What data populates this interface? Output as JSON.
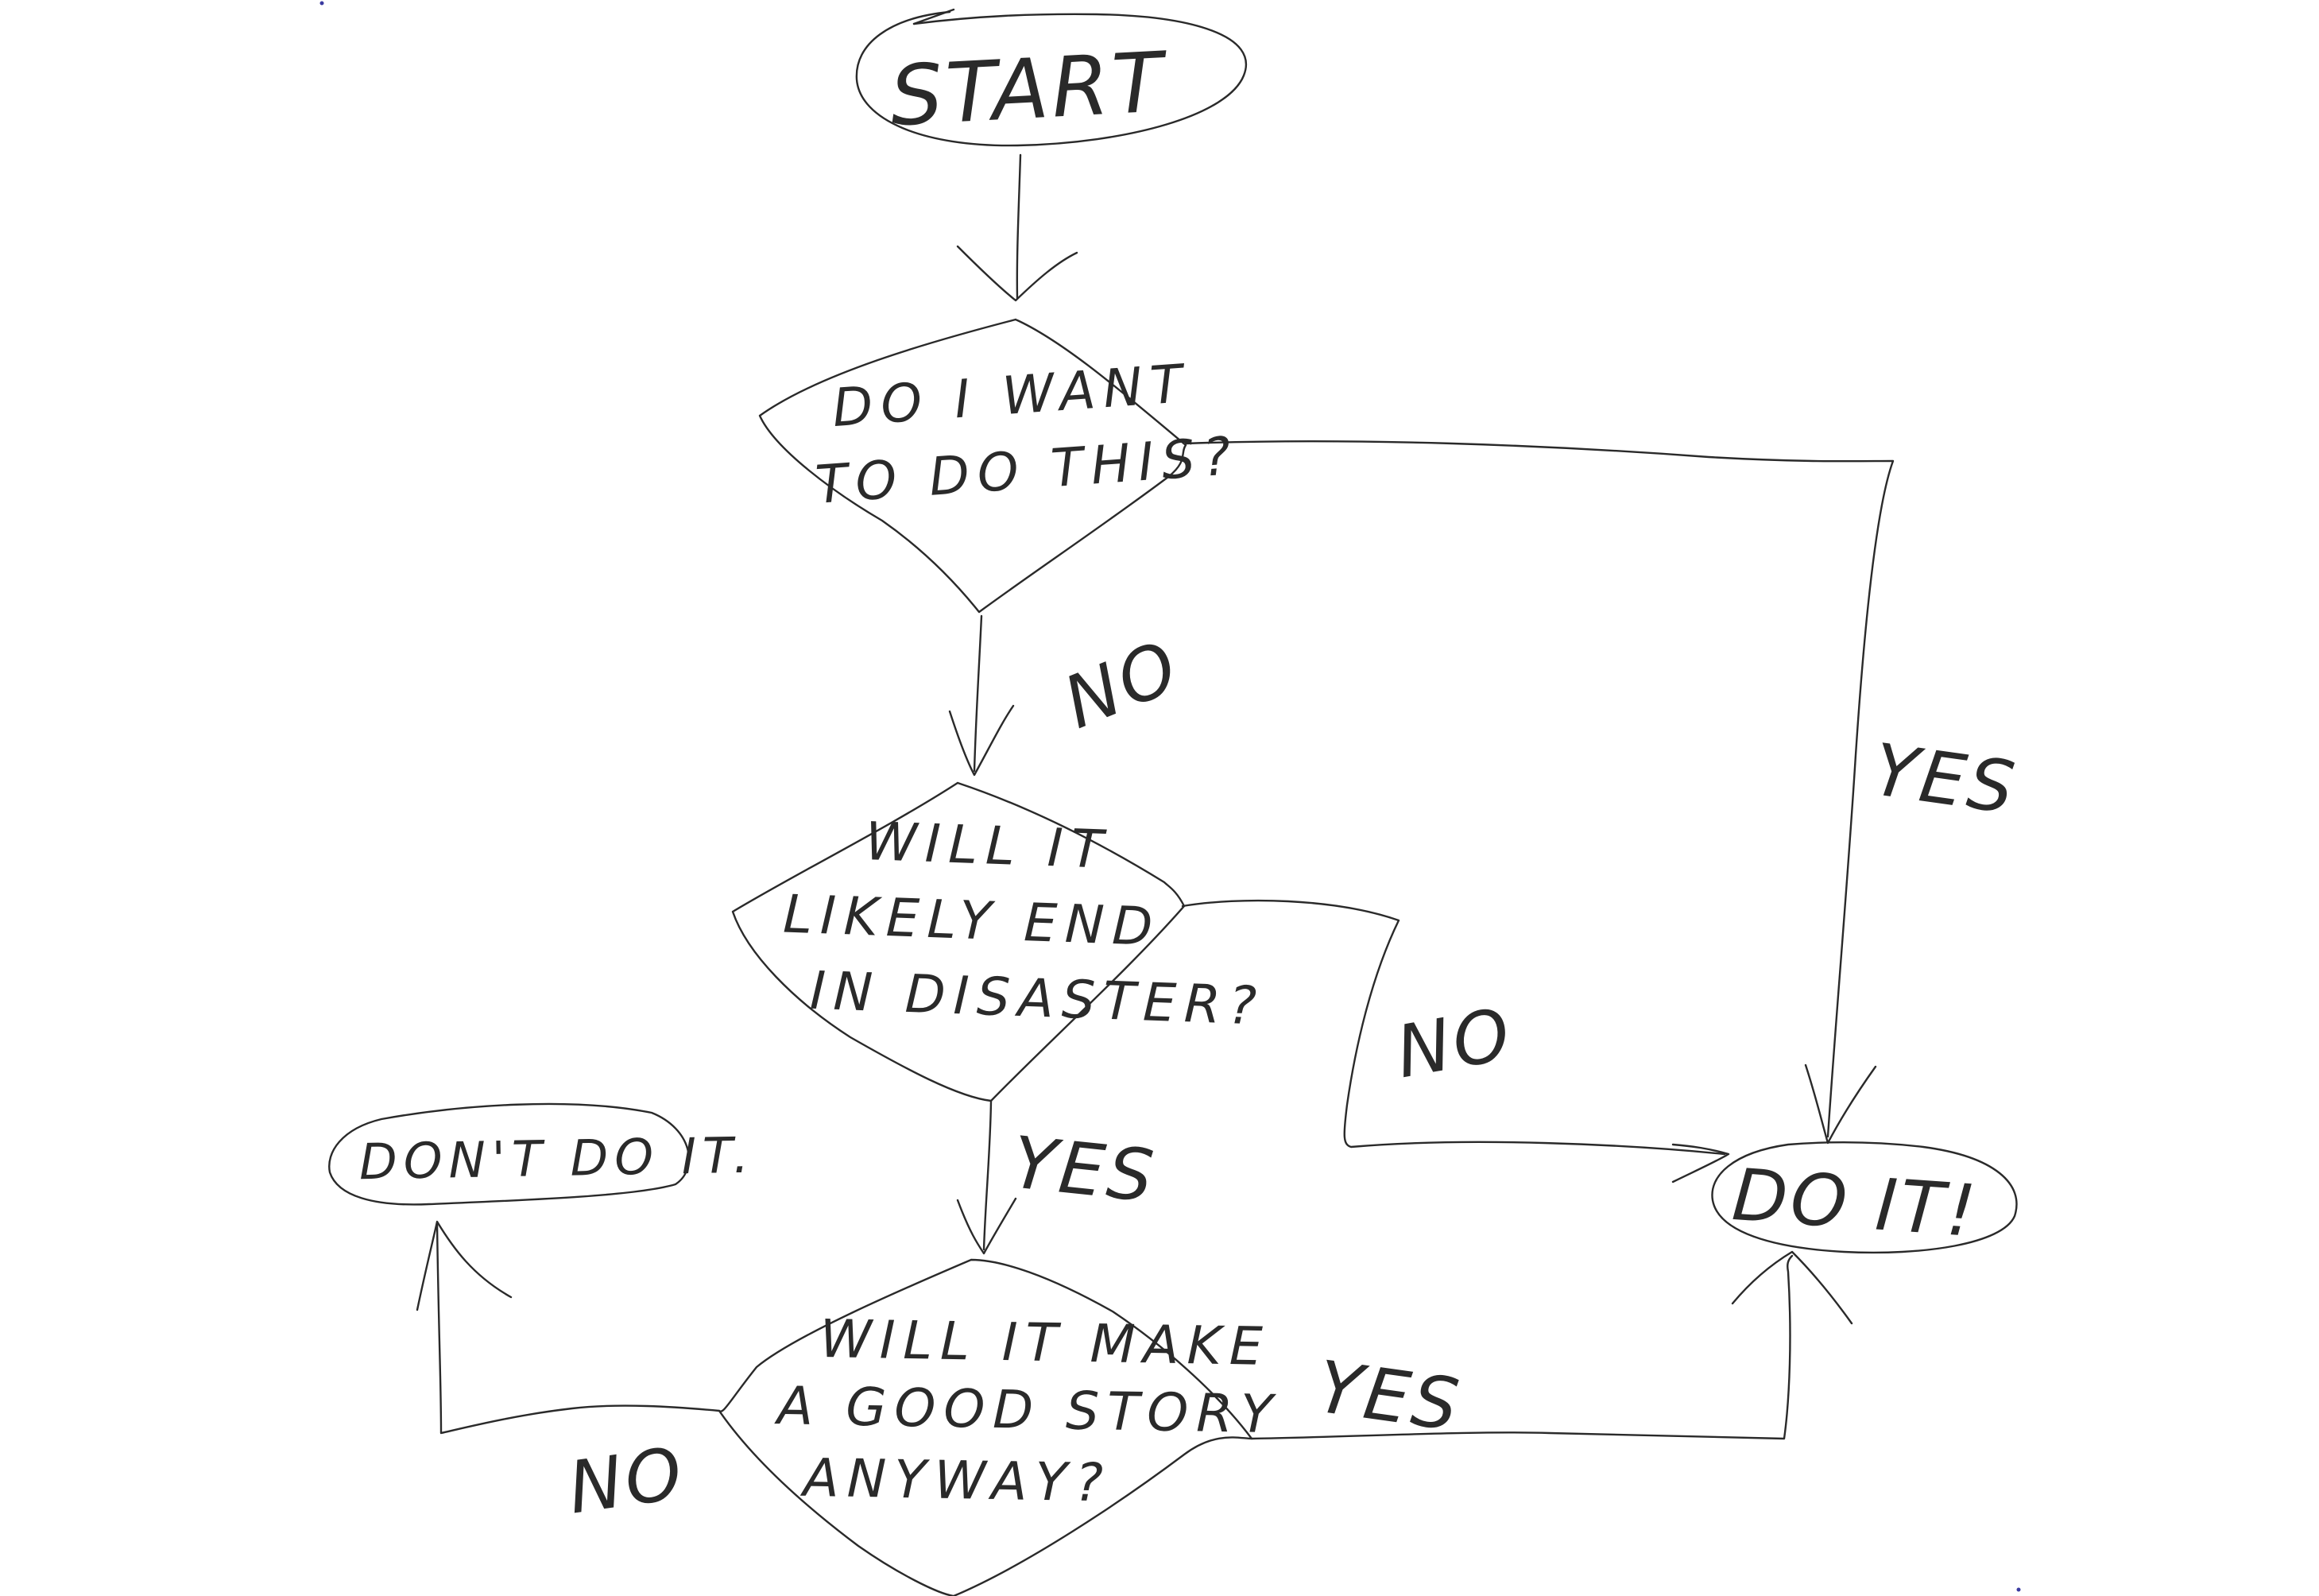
{
  "nodes": {
    "start": "START",
    "q1": [
      "DO I WANT",
      "TO DO THIS?"
    ],
    "q2": [
      "WILL IT",
      "LIKELY END",
      "IN DISASTER?"
    ],
    "q3": [
      "WILL IT MAKE",
      "A GOOD STORY",
      "ANYWAY?"
    ],
    "dont": "DON'T DO IT.",
    "doit": "DO IT!"
  },
  "edges": {
    "q1_no": "NO",
    "q1_yes": "YES",
    "q2_no": "NO",
    "q2_yes": "YES",
    "q3_yes": "YES",
    "q3_no": "NO"
  },
  "colors": {
    "ink": "#2a2a2a",
    "background": "#ffffff"
  }
}
